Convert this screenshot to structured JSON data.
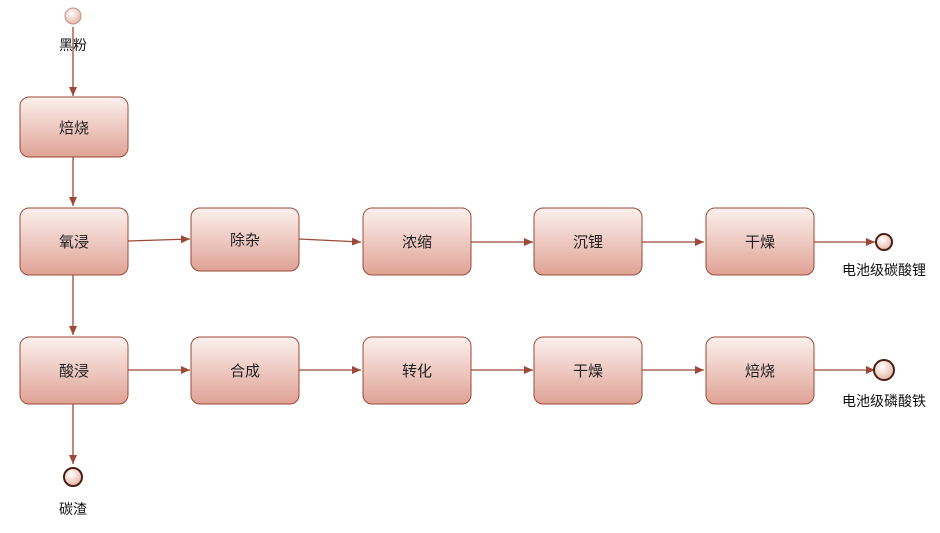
{
  "nodes": {
    "start": "黑粉",
    "roast1": "焙烧",
    "oxy_leach": "氧浸",
    "remove_impurity": "除杂",
    "concentrate": "浓缩",
    "precip_li": "沉锂",
    "dry1": "干燥",
    "acid_leach": "酸浸",
    "synthesis": "合成",
    "convert": "转化",
    "dry2": "干燥",
    "roast2": "焙烧"
  },
  "terminals": {
    "li_carbonate": "电池级碳酸锂",
    "fe_phosphate": "电池级磷酸铁",
    "carbon_residue": "碳渣"
  },
  "colors": {
    "box_fill_top": "#fbeeea",
    "box_fill_bottom": "#e0a59a",
    "box_stroke": "#9a4a36",
    "arrow": "#9a4a36",
    "terminal_fill": "#f2c9bf"
  }
}
